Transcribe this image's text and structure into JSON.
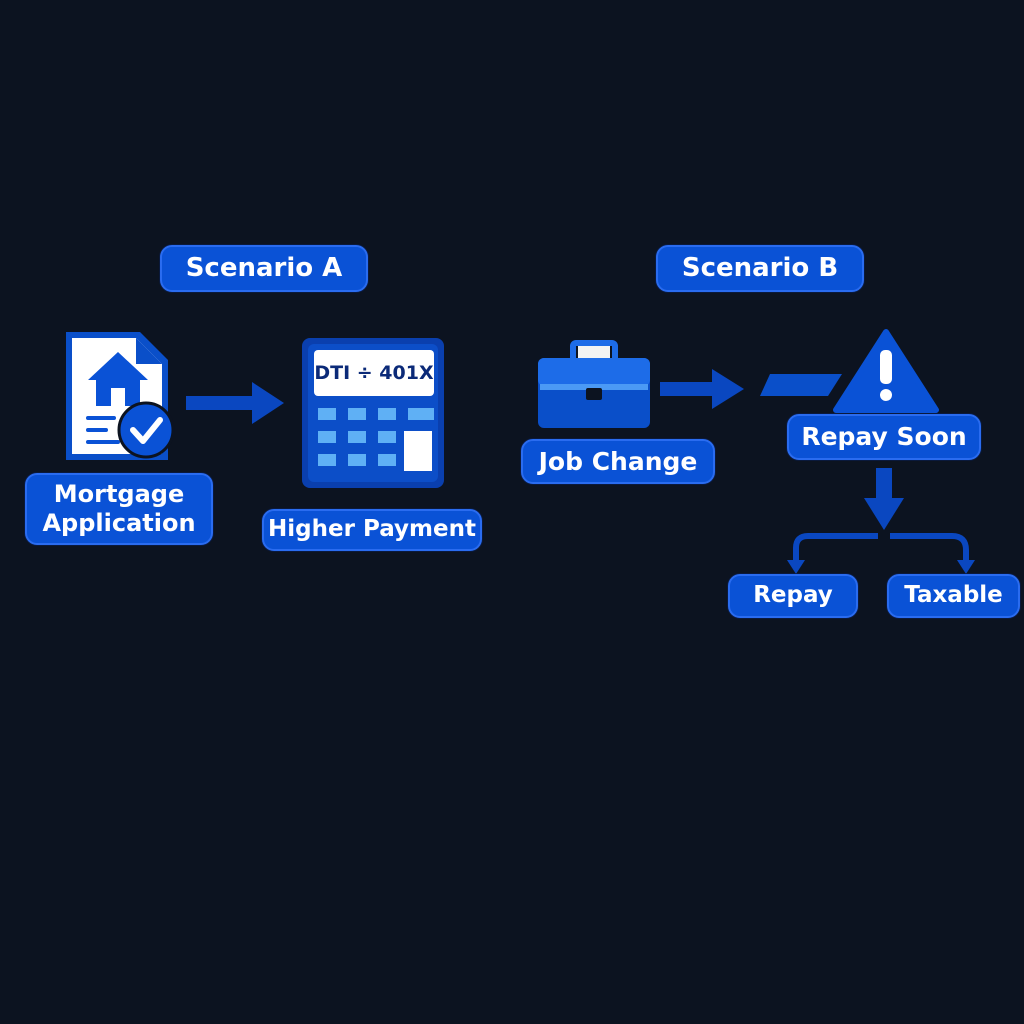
{
  "colors": {
    "background": "#0c1320",
    "accent": "#0a52d6",
    "accent_dark": "#0b3ea8",
    "accent_light": "#3a8cf0",
    "text": "#ffffff"
  },
  "scenario_a": {
    "title": "Scenario A",
    "icons": [
      "document-house-icon",
      "check-icon",
      "calculator-icon"
    ],
    "calculator_display": "DTI ÷ 401X",
    "step1_label_line1": "Mortgage",
    "step1_label_line2": "Application",
    "step2_label": "Higher Payment"
  },
  "scenario_b": {
    "title": "Scenario B",
    "icons": [
      "briefcase-icon",
      "warning-icon"
    ],
    "step1_label": "Job Change",
    "step2_label": "Repay Soon",
    "branch_left_label": "Repay",
    "branch_right_label": "Taxable"
  }
}
